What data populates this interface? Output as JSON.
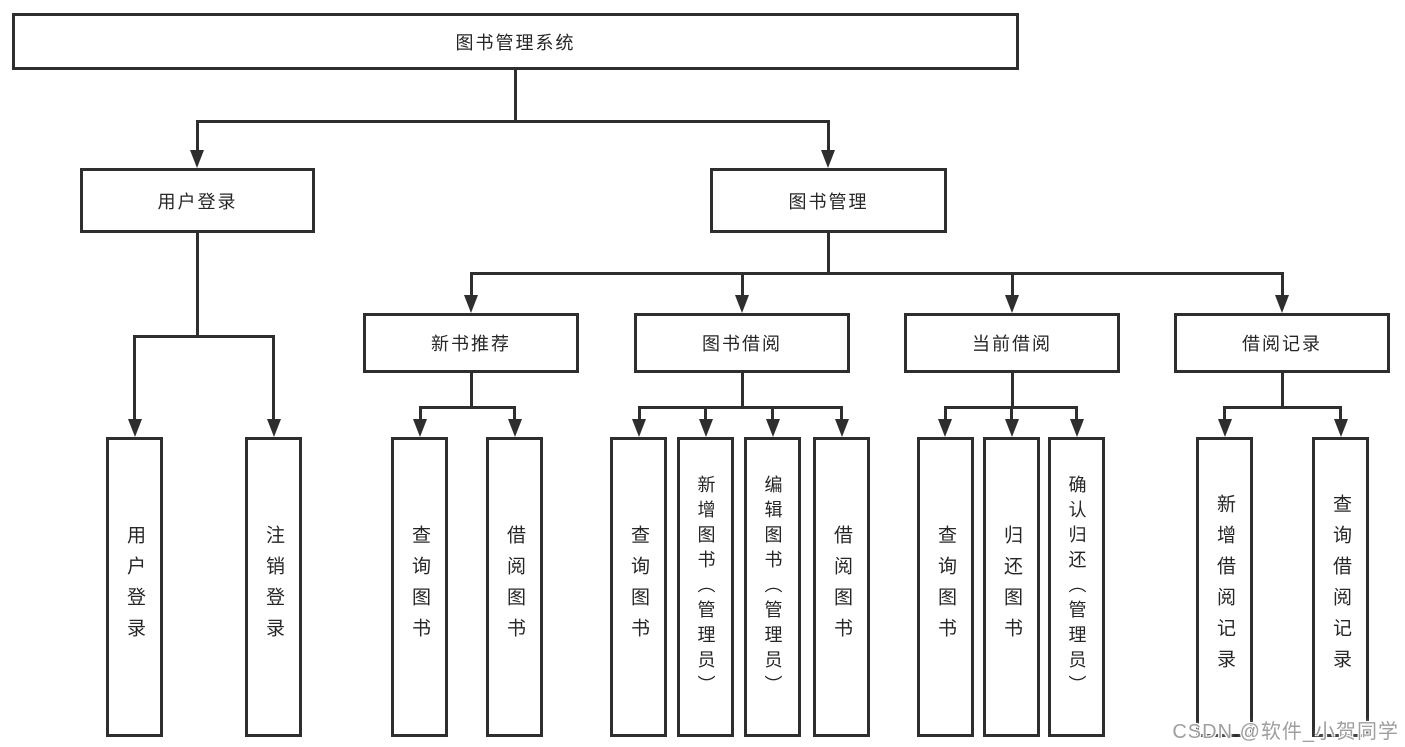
{
  "diagram": {
    "background": "#ffffff",
    "line_color": "#2e2e2e",
    "text_color": "#262626",
    "box_background": "#ffffff"
  },
  "tree": {
    "root": {
      "label": "图书管理系统"
    },
    "branches": [
      {
        "label": "用户登录",
        "children": [
          {
            "label": "用户登录"
          },
          {
            "label": "注销登录"
          }
        ]
      },
      {
        "label": "图书管理",
        "children": [
          {
            "label": "新书推荐",
            "children": [
              {
                "label": "查询图书"
              },
              {
                "label": "借阅图书"
              }
            ]
          },
          {
            "label": "图书借阅",
            "children": [
              {
                "label": "查询图书"
              },
              {
                "label": "新增图书（管理员）"
              },
              {
                "label": "编辑图书（管理员）"
              },
              {
                "label": "借阅图书"
              }
            ]
          },
          {
            "label": "当前借阅",
            "children": [
              {
                "label": "查询图书"
              },
              {
                "label": "归还图书"
              },
              {
                "label": "确认归还（管理员）"
              }
            ]
          },
          {
            "label": "借阅记录",
            "children": [
              {
                "label": "新增借阅记录"
              },
              {
                "label": "查询借阅记录"
              }
            ]
          }
        ]
      }
    ]
  },
  "watermark": {
    "text": "CSDN @软件_小贺同学",
    "color": "#9f9f9f"
  }
}
